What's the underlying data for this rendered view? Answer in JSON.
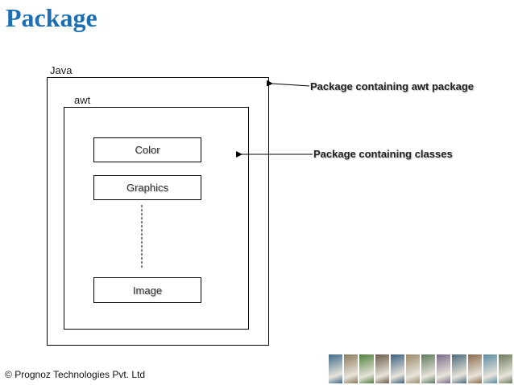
{
  "slide": {
    "title": "Package"
  },
  "diagram": {
    "outer_label": "Java",
    "inner_label": "awt",
    "classes": [
      "Color",
      "Graphics",
      "Image"
    ],
    "callouts": {
      "outer": "Package containing awt package",
      "inner": "Package containing classes"
    }
  },
  "footer": {
    "copyright_symbol": "©",
    "text": "Prognoz Technologies Pvt. Ltd"
  },
  "colors": {
    "title": "#1e6fb2"
  },
  "photo_strip": {
    "description_colors": [
      "#3d6a8a",
      "#8a7a5a",
      "#4d7f3c",
      "#6a5a4a",
      "#3a5f80",
      "#9a8a6a",
      "#5a7a5a",
      "#7a6a8a",
      "#4a6a7a",
      "#8a6a4a",
      "#5a8aa0",
      "#6a7a5a"
    ]
  }
}
